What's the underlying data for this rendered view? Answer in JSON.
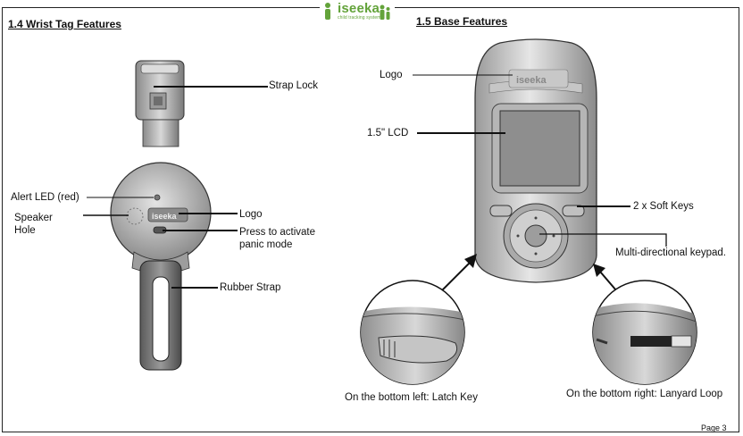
{
  "brand": {
    "name": "iseeka",
    "tagline": "child tracking systems"
  },
  "left_section": {
    "heading": "1.4  Wrist Tag Features",
    "labels": {
      "strap_lock": "Strap Lock",
      "alert_led": "Alert LED (red)",
      "speaker_line1": "Speaker",
      "speaker_line2": "Hole",
      "logo": "Logo",
      "press_line1": "Press to activate",
      "press_line2": "panic mode",
      "rubber_strap": "Rubber Strap"
    },
    "device_logo_text": "iseeka"
  },
  "right_section": {
    "heading": "1.5  Base Features",
    "labels": {
      "logo": "Logo",
      "lcd": "1.5\" LCD",
      "soft_keys": "2 x Soft Keys",
      "keypad": "Multi-directional keypad.",
      "latch_key": "On the bottom left: Latch Key",
      "lanyard_loop": "On the bottom right: Lanyard Loop"
    },
    "device_logo_text": "iseeka"
  },
  "footer": {
    "page": "Page 3"
  }
}
